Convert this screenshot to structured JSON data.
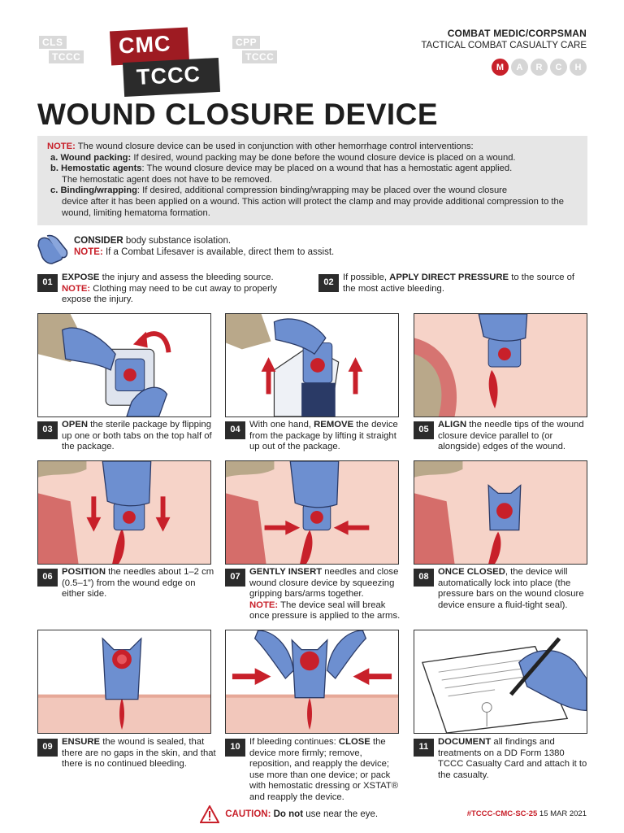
{
  "header": {
    "logo_small_left": [
      "CLS",
      "TCCC"
    ],
    "logo_main": [
      "CMC",
      "TCCC"
    ],
    "logo_small_right": [
      "CPP",
      "TCCC"
    ],
    "org_line1": "COMBAT MEDIC/CORPSMAN",
    "org_line2": "TACTICAL COMBAT CASUALTY CARE",
    "march": [
      "M",
      "A",
      "R",
      "C",
      "H"
    ]
  },
  "title": "WOUND CLOSURE DEVICE",
  "note": {
    "label": "NOTE:",
    "intro": "The wound closure device can be used in conjunction with other hemorrhage control interventions:",
    "a_label": "a. Wound packing:",
    "a_text": "If desired, wound packing may be done before the wound closure device is placed on a wound.",
    "b_label": "b. Hemostatic agents",
    "b_text": ": The wound closure device may be placed on a wound that has a hemostatic agent applied.",
    "b_cont": "The hemostatic agent does not have to be removed.",
    "c_label": "c. Binding/wrapping",
    "c_text": ": If desired, additional compression binding/wrapping may be placed over the wound closure",
    "c_cont": "device after it has been applied on a wound. This action will protect the clamp and may provide additional compression to the wound, limiting hematoma formation."
  },
  "consider": {
    "bold": "CONSIDER",
    "text": " body substance isolation.",
    "note_label": "NOTE:",
    "note_text": " If a Combat Lifesaver is available, direct them to assist."
  },
  "steps": [
    {
      "num": "01",
      "bold": "EXPOSE",
      "text": " the injury and assess the bleeding source.",
      "note_label": "NOTE:",
      "note_text": " Clothing may need to be cut away to properly expose the injury."
    },
    {
      "num": "02",
      "pre": "If possible, ",
      "bold": "APPLY DIRECT PRESSURE",
      "text": " to the source of the most active bleeding."
    },
    {
      "num": "03",
      "bold": "OPEN",
      "text": " the sterile package by flipping up one or both tabs on the top half of the package."
    },
    {
      "num": "04",
      "pre": "With one hand, ",
      "bold": "REMOVE",
      "text": " the device from the package by lifting it straight up out of the package."
    },
    {
      "num": "05",
      "bold": "ALIGN",
      "text": " the needle tips of the wound closure device parallel to (or alongside) edges of the wound."
    },
    {
      "num": "06",
      "bold": "POSITION",
      "text": " the needles about 1–2 cm (0.5–1”) from the wound edge on either side."
    },
    {
      "num": "07",
      "bold": "GENTLY INSERT",
      "text": " needles and close wound closure device by squeezing gripping bars/arms together.",
      "note_label": "NOTE:",
      "note_text": " The device seal will break once pressure is applied to the arms."
    },
    {
      "num": "08",
      "bold": "ONCE CLOSED",
      "text": ", the device will automatically lock into place (the pressure bars on the wound closure device ensure a fluid-tight seal)."
    },
    {
      "num": "09",
      "bold": "ENSURE",
      "text": " the wound is sealed, that there are no gaps in the skin, and that there is no continued bleeding."
    },
    {
      "num": "10",
      "pre": "If bleeding continues: ",
      "bold": "CLOSE",
      "text": " the device more firmly; remove, reposition, and reapply the device; use more than one device; or pack with hemostatic dressing or XSTAT® and reapply the device."
    },
    {
      "num": "11",
      "bold": "DOCUMENT",
      "text": " all findings and treatments on a DD Form 1380 TCCC Casualty Card and attach it to the casualty."
    }
  ],
  "footer": {
    "caution_label": "CAUTION:",
    "caution_bold": " Do not",
    "caution_text": " use near the eye.",
    "tag": "#TCCC-CMC-SC-25",
    "date": "15 MAR 2021"
  },
  "colors": {
    "accent_red": "#c8202a",
    "dark": "#2b2b2b",
    "glove_blue": "#6d8fd0",
    "skin": "#f6d3c8",
    "note_bg": "#e6e6e6"
  }
}
